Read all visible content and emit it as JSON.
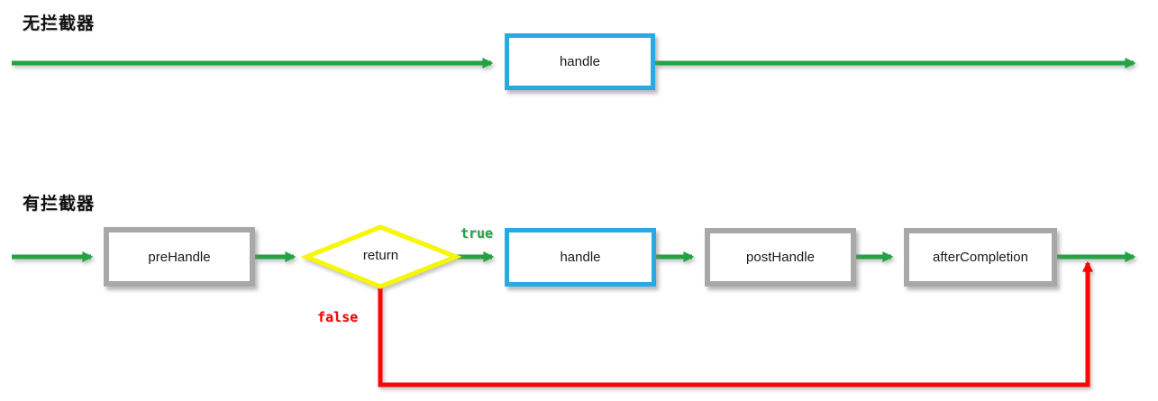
{
  "colors": {
    "green": "#23A343",
    "red": "#FB0505",
    "blue": "#29A9E1",
    "gray": "#A8A8A8",
    "yellow": "#F6F605",
    "label": "#1A1A1A"
  },
  "no_interceptor": {
    "title": "无拦截器",
    "handle_label": "handle"
  },
  "with_interceptor": {
    "title": "有拦截器",
    "pre_handle_label": "preHandle",
    "decision_label": "return",
    "true_label": "true",
    "false_label": "false",
    "handle_label": "handle",
    "post_handle_label": "postHandle",
    "after_completion_label": "afterCompletion"
  }
}
